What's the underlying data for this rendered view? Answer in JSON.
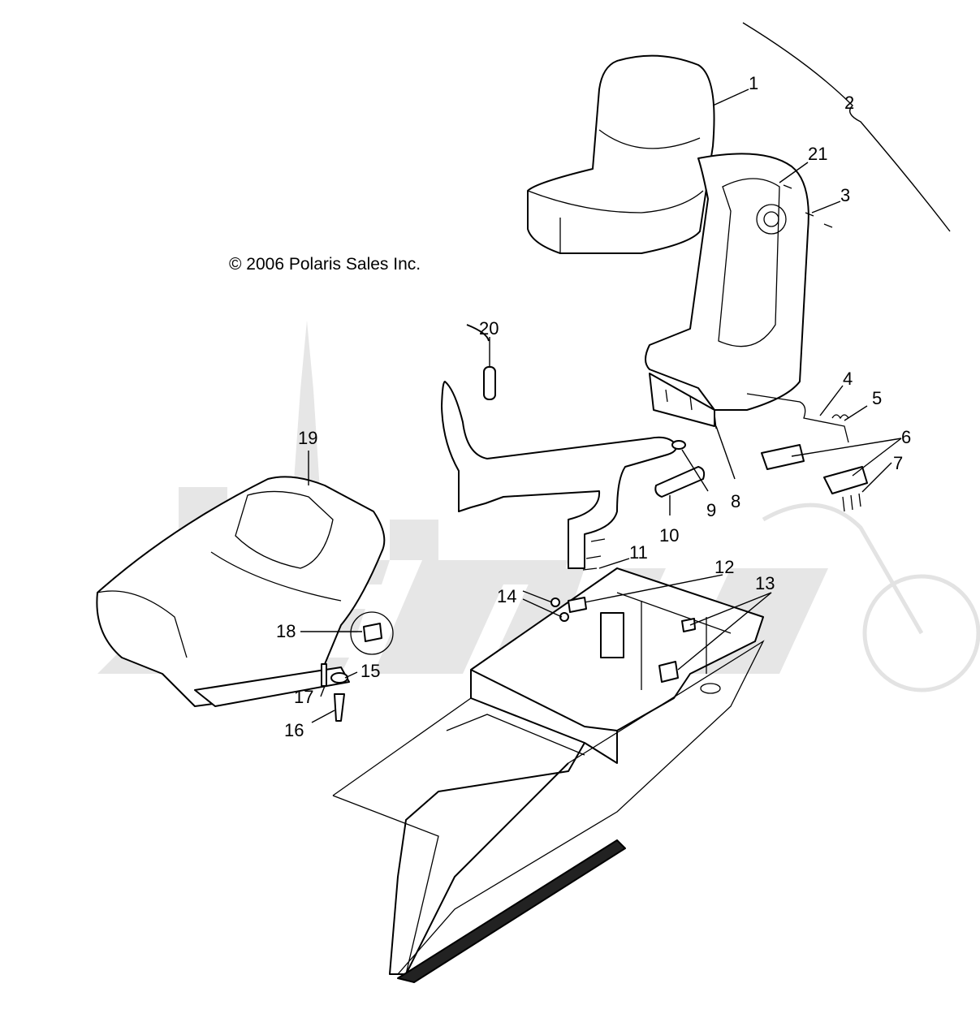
{
  "copyright": "© 2006 Polaris Sales Inc.",
  "callouts": [
    "1",
    "2",
    "3",
    "4",
    "5",
    "6",
    "7",
    "8",
    "9",
    "10",
    "11",
    "12",
    "13",
    "14",
    "15",
    "16",
    "17",
    "18",
    "19",
    "20",
    "21"
  ]
}
